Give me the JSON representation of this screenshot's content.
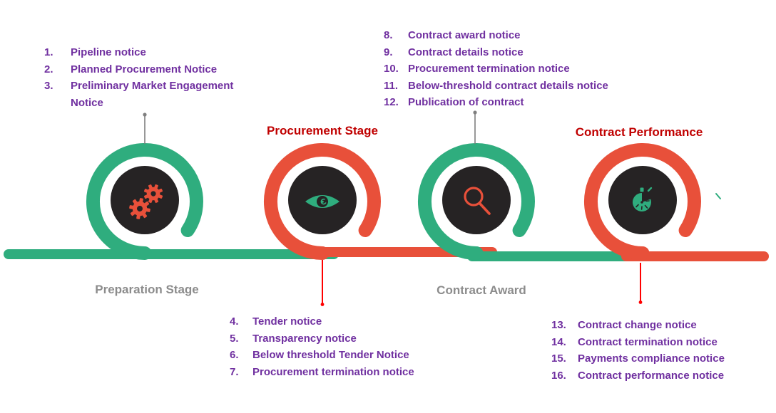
{
  "stages": {
    "preparation": {
      "label": "Preparation Stage",
      "items": [
        {
          "num": "1.",
          "label": "Pipeline notice"
        },
        {
          "num": "2.",
          "label": "Planned Procurement Notice"
        },
        {
          "num": "3.",
          "label": "Preliminary Market Engagement Notice"
        }
      ]
    },
    "procurement": {
      "label": "Procurement Stage",
      "items": [
        {
          "num": "4.",
          "label": "Tender notice"
        },
        {
          "num": "5.",
          "label": "Transparency notice"
        },
        {
          "num": "6.",
          "label": "Below threshold Tender Notice"
        },
        {
          "num": "7.",
          "label": "Procurement termination notice"
        }
      ]
    },
    "award": {
      "label": "Contract Award",
      "items": [
        {
          "num": "8.",
          "label": "Contract award notice"
        },
        {
          "num": "9.",
          "label": "Contract details notice"
        },
        {
          "num": "10.",
          "label": "Procurement termination notice"
        },
        {
          "num": "11.",
          "label": "Below-threshold contract details notice"
        },
        {
          "num": "12.",
          "label": "Publication of contract"
        }
      ]
    },
    "performance": {
      "label": "Contract Performance",
      "items": [
        {
          "num": "13.",
          "label": "Contract change notice"
        },
        {
          "num": "14.",
          "label": "Contract termination notice"
        },
        {
          "num": "15.",
          "label": "Payments compliance notice"
        },
        {
          "num": "16.",
          "label": "Contract performance notice"
        }
      ]
    }
  },
  "icons": {
    "preparation": "gears-icon",
    "procurement": "eye-icon",
    "award": "magnifier-icon",
    "performance": "timer-icon"
  },
  "colors": {
    "loop_green": "#2FAD7E",
    "loop_red": "#E8503A",
    "list_purple": "#7030A0",
    "stage_label_red": "#C00000",
    "stage_label_gray": "#8C8C8C",
    "hub_dark": "#262324",
    "connector_gray": "#7F7F7F",
    "connector_red": "#FF0000",
    "background": "#FFFFFF"
  }
}
